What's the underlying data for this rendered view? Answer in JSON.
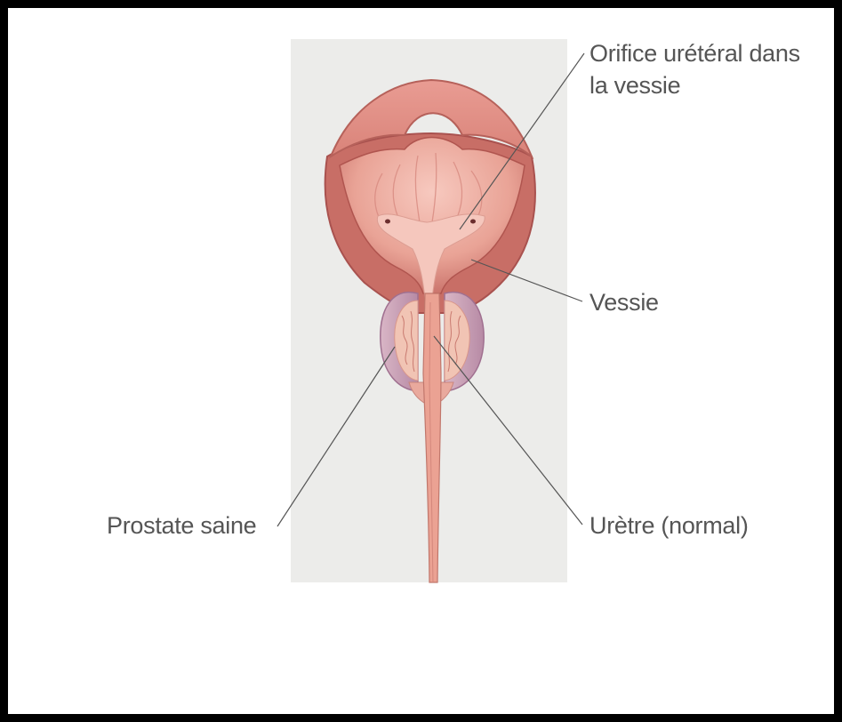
{
  "labels": {
    "orifice": "Orifice urétéral dans la vessie",
    "vessie": "Vessie",
    "prostate": "Prostate saine",
    "uretre": "Urètre (normal)"
  },
  "colors": {
    "background": "#ffffff",
    "border": "#000000",
    "panel": "#ececea",
    "tissue_light": "#f2b8ae",
    "tissue_mid": "#e79a8e",
    "tissue_dark": "#b85a55",
    "leader_line": "#555555"
  }
}
